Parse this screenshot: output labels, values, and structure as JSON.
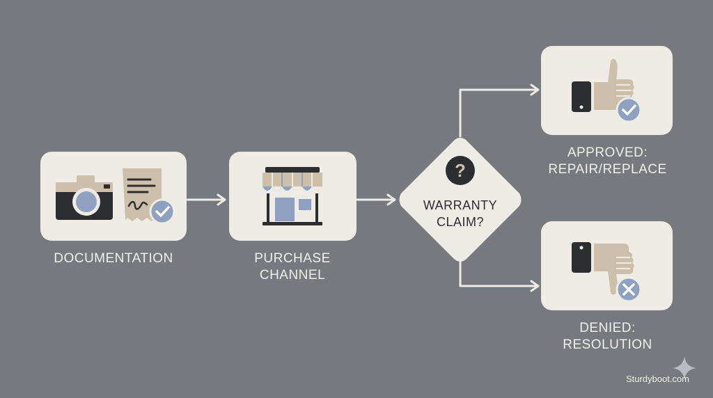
{
  "nodes": {
    "documentation": {
      "label": "DOCUMENTATION"
    },
    "purchase_channel": {
      "label_line1": "PURCHASE",
      "label_line2": "CHANNEL"
    },
    "decision": {
      "label_line1": "WARRANTY",
      "label_line2": "CLAIM?"
    },
    "approved": {
      "label_line1": "APPROVED:",
      "label_line2": "REPAIR/REPLACE"
    },
    "denied": {
      "label_line1": "DENIED:",
      "label_line2": "RESOLUTION"
    }
  },
  "watermark": {
    "text": "Sturdyboot.com"
  },
  "colors": {
    "background": "#767a7f",
    "card": "#efece6",
    "tan": "#cdbfa9",
    "dark": "#2b2d30",
    "blue": "#8ea1c1",
    "line": "#efece6"
  }
}
